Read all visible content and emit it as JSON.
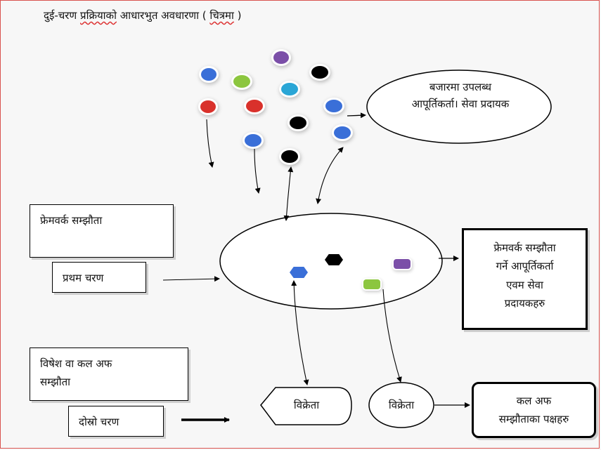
{
  "title": {
    "part1": "दुई-चरण ",
    "part2": "प्रक्रियाको",
    "part3": " आधारभुत अवधारणा ( ",
    "part4": "चित्रमा",
    "part5": " )"
  },
  "market_ellipse": {
    "line1": "बजारमा उपलब्ध",
    "line2": "आपूर्तिकर्ता। सेवा प्रदायक"
  },
  "framework_note": "फ्रेमवर्क सम्झौता",
  "first_stage": "प्रथम चरण",
  "framework_result": {
    "line1": "फ्रेमवर्क सम्झौता",
    "line2": "गर्ने आपूर्तिकर्ता",
    "line3": "एवम सेवा",
    "line4": "प्रदायकहरु"
  },
  "specific_note": {
    "line1": "विषेश वा कल अफ",
    "line2": "सम्झौता"
  },
  "second_stage": "दोस्रो चरण",
  "vendor_left": "विक्रेता",
  "vendor_right": "विक्रेता",
  "call_off_parties": {
    "line1": "कल अफ",
    "line2": "सम्झौताका पक्षहरु"
  },
  "colors": {
    "blue": "#3a6fd8",
    "green": "#8cc63f",
    "purple": "#7b4fa8",
    "cyan": "#2aa6d6",
    "red": "#d9312b",
    "black": "#000000",
    "frame": "#d9534f"
  }
}
